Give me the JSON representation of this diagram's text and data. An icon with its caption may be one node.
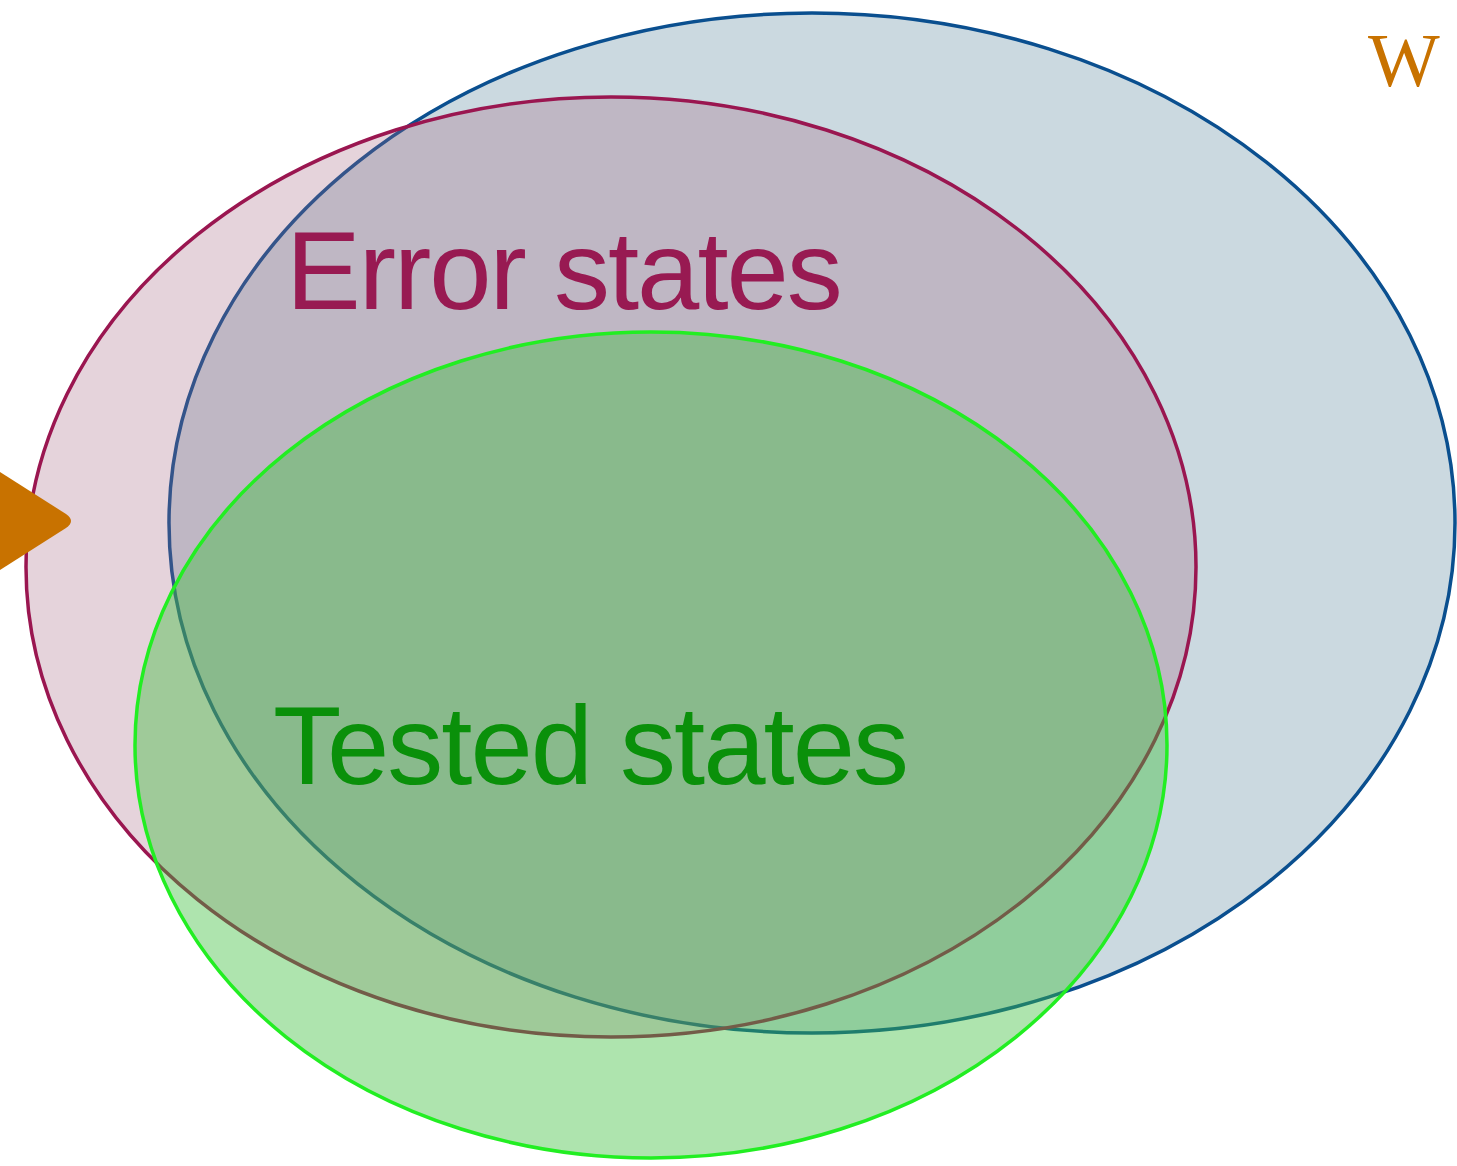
{
  "diagram": {
    "nodes": [
      {
        "text": [],
        "shape": "ellipse"
      },
      {
        "text": [
          "Error states"
        ]
      },
      {
        "text": [
          "Tested states"
        ]
      }
    ],
    "labels": [
      "W"
    ]
  }
}
